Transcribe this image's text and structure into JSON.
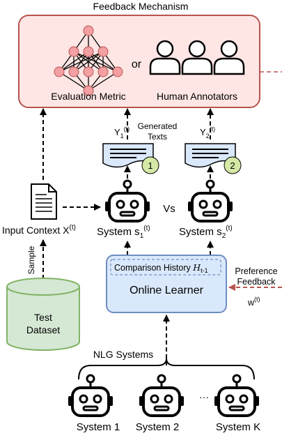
{
  "feedback": {
    "title": "Feedback Mechanism",
    "evaluation_metric": "Evaluation Metric",
    "or": "or",
    "human_annotators": "Human Annotators"
  },
  "generated": {
    "label_line1": "Generated",
    "label_line2": "Texts",
    "y1": "Y",
    "y1_sub": "1",
    "y1_sup": "(t)",
    "y2": "Y",
    "y2_sub": "2",
    "y2_sup": "(t)",
    "badge1": "1",
    "badge2": "2"
  },
  "systems": {
    "s1_prefix": "System s",
    "s1_sub": "1",
    "s1_sup": "(t)",
    "s2_prefix": "System s",
    "s2_sub": "2",
    "s2_sup": "(t)",
    "vs": "Vs"
  },
  "input": {
    "label": "Input Context X",
    "label_sup": "(t)",
    "sample": "Sample"
  },
  "dataset": {
    "line1": "Test",
    "line2": "Dataset"
  },
  "learner": {
    "history_prefix": "Comparison History ",
    "history_var": "H",
    "history_sub": "t-1",
    "label": "Online Learner"
  },
  "preference": {
    "line1": "Preference",
    "line2": "Feedback",
    "w": "w",
    "w_sup": "(t)"
  },
  "nlg": {
    "label": "NLG Systems",
    "system1": "System 1",
    "system2": "System 2",
    "ellipsis": "···",
    "systemK": "System K"
  },
  "colors": {
    "feedback_stroke": "#b85450",
    "feedback_fill": "#fde6e4",
    "node_fill": "#f3a0a3",
    "node_stroke": "#b85450",
    "doc_fill": "#dae8fc",
    "doc_stroke": "#000000",
    "badge_fill": "#d5e8a6",
    "learner_fill": "#dae8fc",
    "learner_stroke": "#6c8ebf",
    "dataset_fill": "#d5e8d4",
    "dataset_stroke": "#82b366",
    "pref_arrow": "#b85450"
  }
}
